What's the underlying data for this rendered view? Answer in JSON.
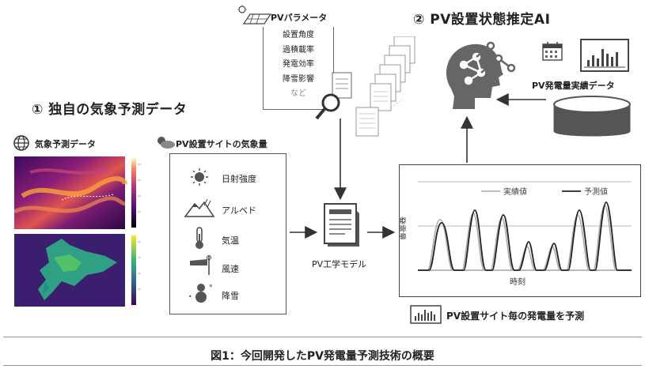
{
  "section1": {
    "title": "① 独自の気象予測データ",
    "forecast_label": "気象予測データ",
    "site_weather_label": "PV設置サイトの気象量",
    "weather_items": [
      {
        "label": "日射強度",
        "icon": "sun-icon"
      },
      {
        "label": "アルベド",
        "icon": "mountain-reflect-icon"
      },
      {
        "label": "気温",
        "icon": "thermometer-icon"
      },
      {
        "label": "風速",
        "icon": "windsock-icon"
      },
      {
        "label": "降雪",
        "icon": "snowman-icon"
      }
    ]
  },
  "params": {
    "title": "PVパラメータ",
    "items": [
      "設置角度",
      "過積載率",
      "発電効率",
      "降雪影響",
      "など"
    ]
  },
  "section2": {
    "title": "② PV設置状態推定AI",
    "actual_data_label": "PV発電量実績データ"
  },
  "model": {
    "label": "PV工学モデル"
  },
  "chart": {
    "legend_actual": "実績値",
    "legend_forecast": "予測値",
    "ylabel": "発電量",
    "xlabel": "時刻"
  },
  "predict_label": "PV設置サイト毎の発電量を予測",
  "figure_caption": "図1：今回開発したPV発電量予測技術の概要",
  "colors": {
    "magma_dark": "#2a0845",
    "magma_mid": "#b5367a",
    "magma_bright": "#f7a23b",
    "viridis_dark": "#3b1f6e",
    "viridis_green": "#2fae86",
    "line": "#333333"
  }
}
